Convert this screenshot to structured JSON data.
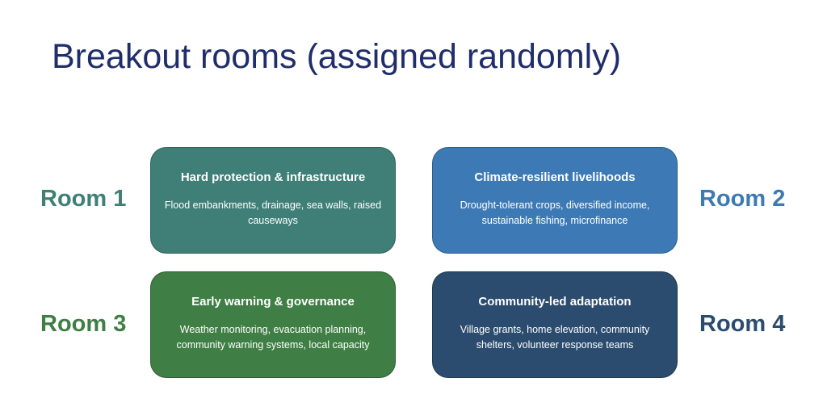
{
  "title": "Breakout rooms (assigned randomly)",
  "rooms": [
    {
      "label": "Room 1",
      "heading": "Hard protection & infrastructure",
      "desc": "Flood embankments, drainage, sea walls, raised causeways",
      "color": "#3f7f77"
    },
    {
      "label": "Room 2",
      "heading": "Climate-resilient livelihoods",
      "desc": "Drought-tolerant crops, diversified income, sustainable fishing, microfinance",
      "color": "#3d7ab5"
    },
    {
      "label": "Room 3",
      "heading": "Early warning & governance",
      "desc": "Weather monitoring, evacuation planning, community warning systems, local capacity",
      "color": "#3f7e44"
    },
    {
      "label": "Room 4",
      "heading": "Community-led adaptation",
      "desc": "Village grants, home elevation, community shelters, volunteer response teams",
      "color": "#2b4c6e"
    }
  ]
}
